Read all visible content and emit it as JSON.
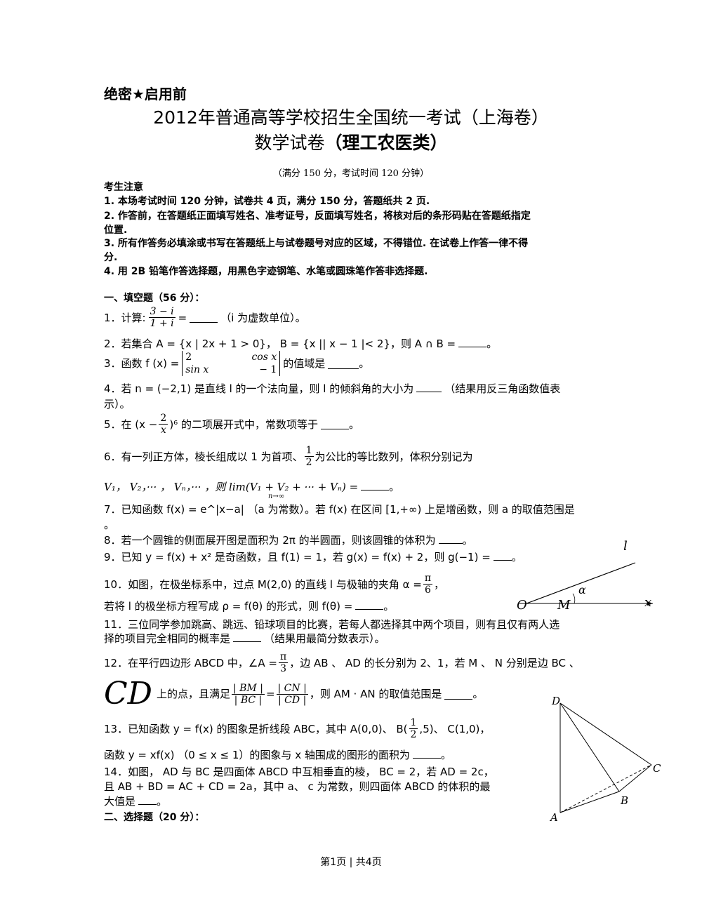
{
  "header": {
    "secret": "绝密★启用前",
    "title": "2012年普通高等学校招生全国统一考试（上海卷）",
    "subtitle_main": "数学试卷",
    "subtitle_bold": "（理工农医类）",
    "note": "（满分 150 分，考试时间 120 分钟）"
  },
  "notice": {
    "heading": "考生注意",
    "items": [
      "1. 本场考试时间 120 分钟，试卷共 4 页，满分 150 分，答题纸共 2 页.",
      "2. 作答前，在答题纸正面填写姓名、准考证号，反面填写姓名，将核对后的条形码贴在答题纸指定",
      "位置.",
      "3. 所有作答务必填涂或书写在答题纸上与试卷题号对应的区域，不得错位. 在试卷上作答一律不得",
      "分.",
      "4. 用 2B 铅笔作答选择题，用黑色字迹钢笔、水笔或圆珠笔作答非选择题."
    ]
  },
  "section1": "一、填空题（56 分）：",
  "q": {
    "q1a": "1．计算:",
    "q1num": "3 − i",
    "q1den": "1 + i",
    "q1b": "=",
    "q1c": "（i 为虚数单位）。",
    "q2": "2．若集合 A = {x | 2x + 1 > 0}， B = {x || x − 1 |< 2}，则 A ∩ B =",
    "q2end": "。",
    "q3a": "3．函数 f (x) =",
    "q3m11": "2",
    "q3m12": "cos x",
    "q3m21": "sin x",
    "q3m22": "− 1",
    "q3b": "的值域是",
    "q3end": "。",
    "q4a": "4．若 n = (−2,1) 是直线 l 的一个法向量，则 l 的倾斜角的大小为",
    "q4b": "（结果用反三角函数值表",
    "q4c": "示）。",
    "q5a": "5．在 (x −",
    "q5num": "2",
    "q5den": "x",
    "q5b": ")⁶ 的二项展开式中，常数项等于",
    "q5end": "。",
    "q6a": "6．有一列正方体，棱长组成以 1 为首项、",
    "q6num": "1",
    "q6den": "2",
    "q6b": "为公比的等比数列，体积分别记为",
    "q6c": "V₁，  V₂，··· ， Vₙ，··· ，则 lim(V₁ + V₂ + ··· + Vₙ) =",
    "q6lim": "n→∞",
    "q6end": "。",
    "q7": "7．已知函数 f(x) = e^|x−a| （a 为常数）。若 f(x) 在区间 [1,+∞) 上是增函数，则 a 的取值范围是",
    "q7end": "。",
    "q8": "8．若一个圆锥的侧面展开图是面积为 2π 的半圆面，则该圆锥的体积为",
    "q8end": "。",
    "q9": "9．已知 y = f(x) + x² 是奇函数，且 f(1) = 1，若 g(x) = f(x) + 2，则 g(−1) =",
    "q9end": "。",
    "q10a": "10．如图，在极坐标系中，过点 M(2,0) 的直线 l 与极轴的夹角 α =",
    "q10num": "π",
    "q10den": "6",
    "q10b": "，",
    "q10c": "若将 l 的极坐标方程写成 ρ = f(θ) 的形式，则 f(θ) =",
    "q10end": "。",
    "q11a": "11．三位同学参加跳高、跳远、铅球项目的比赛，若每人都选择其中两个项目，则有且仅有两人选",
    "q11b": "择的项目完全相同的概率是",
    "q11c": "（结果用最简分数表示）。",
    "q12a": "12．在平行四边形 ABCD 中，∠A =",
    "q12num": "π",
    "q12den": "3",
    "q12b": "，边 AB 、 AD 的长分别为 2、1，若 M 、 N 分别是边 BC 、",
    "q12cd": "CD",
    "q12c": "上的点，且满足",
    "q12fn1": "| BM |",
    "q12fd1": "| BC |",
    "q12eq": "=",
    "q12fn2": "| CN |",
    "q12fd2": "| CD |",
    "q12d": "，则 AM · AN 的取值范围是",
    "q12end": "。",
    "q13a": "13．已知函数 y = f(x) 的图象是折线段 ABC，其中 A(0,0)、 B(",
    "q13num": "1",
    "q13den": "2",
    "q13b": ",5)、 C(1,0)，",
    "q13c": "函数 y = xf(x) （0 ≤ x ≤ 1）的图象与 x 轴围成的图形的面积为",
    "q13end": "。",
    "q14a": "14．如图， AD 与 BC 是四面体 ABCD 中互相垂直的棱， BC = 2，若 AD = 2c，",
    "q14b": "且 AB + BD = AC + CD = 2a，其中 a、 c 为常数，则四面体 ABCD 的体积的最",
    "q14c": "大值是",
    "q14end": "。"
  },
  "section2": "二、选择题（20 分）：",
  "fig10": {
    "l": "l",
    "alpha": "α",
    "O": "O",
    "M": "M",
    "x": "x"
  },
  "fig14": {
    "D": "D",
    "C": "C",
    "B": "B",
    "A": "A"
  },
  "footer": "第1页 | 共4页"
}
